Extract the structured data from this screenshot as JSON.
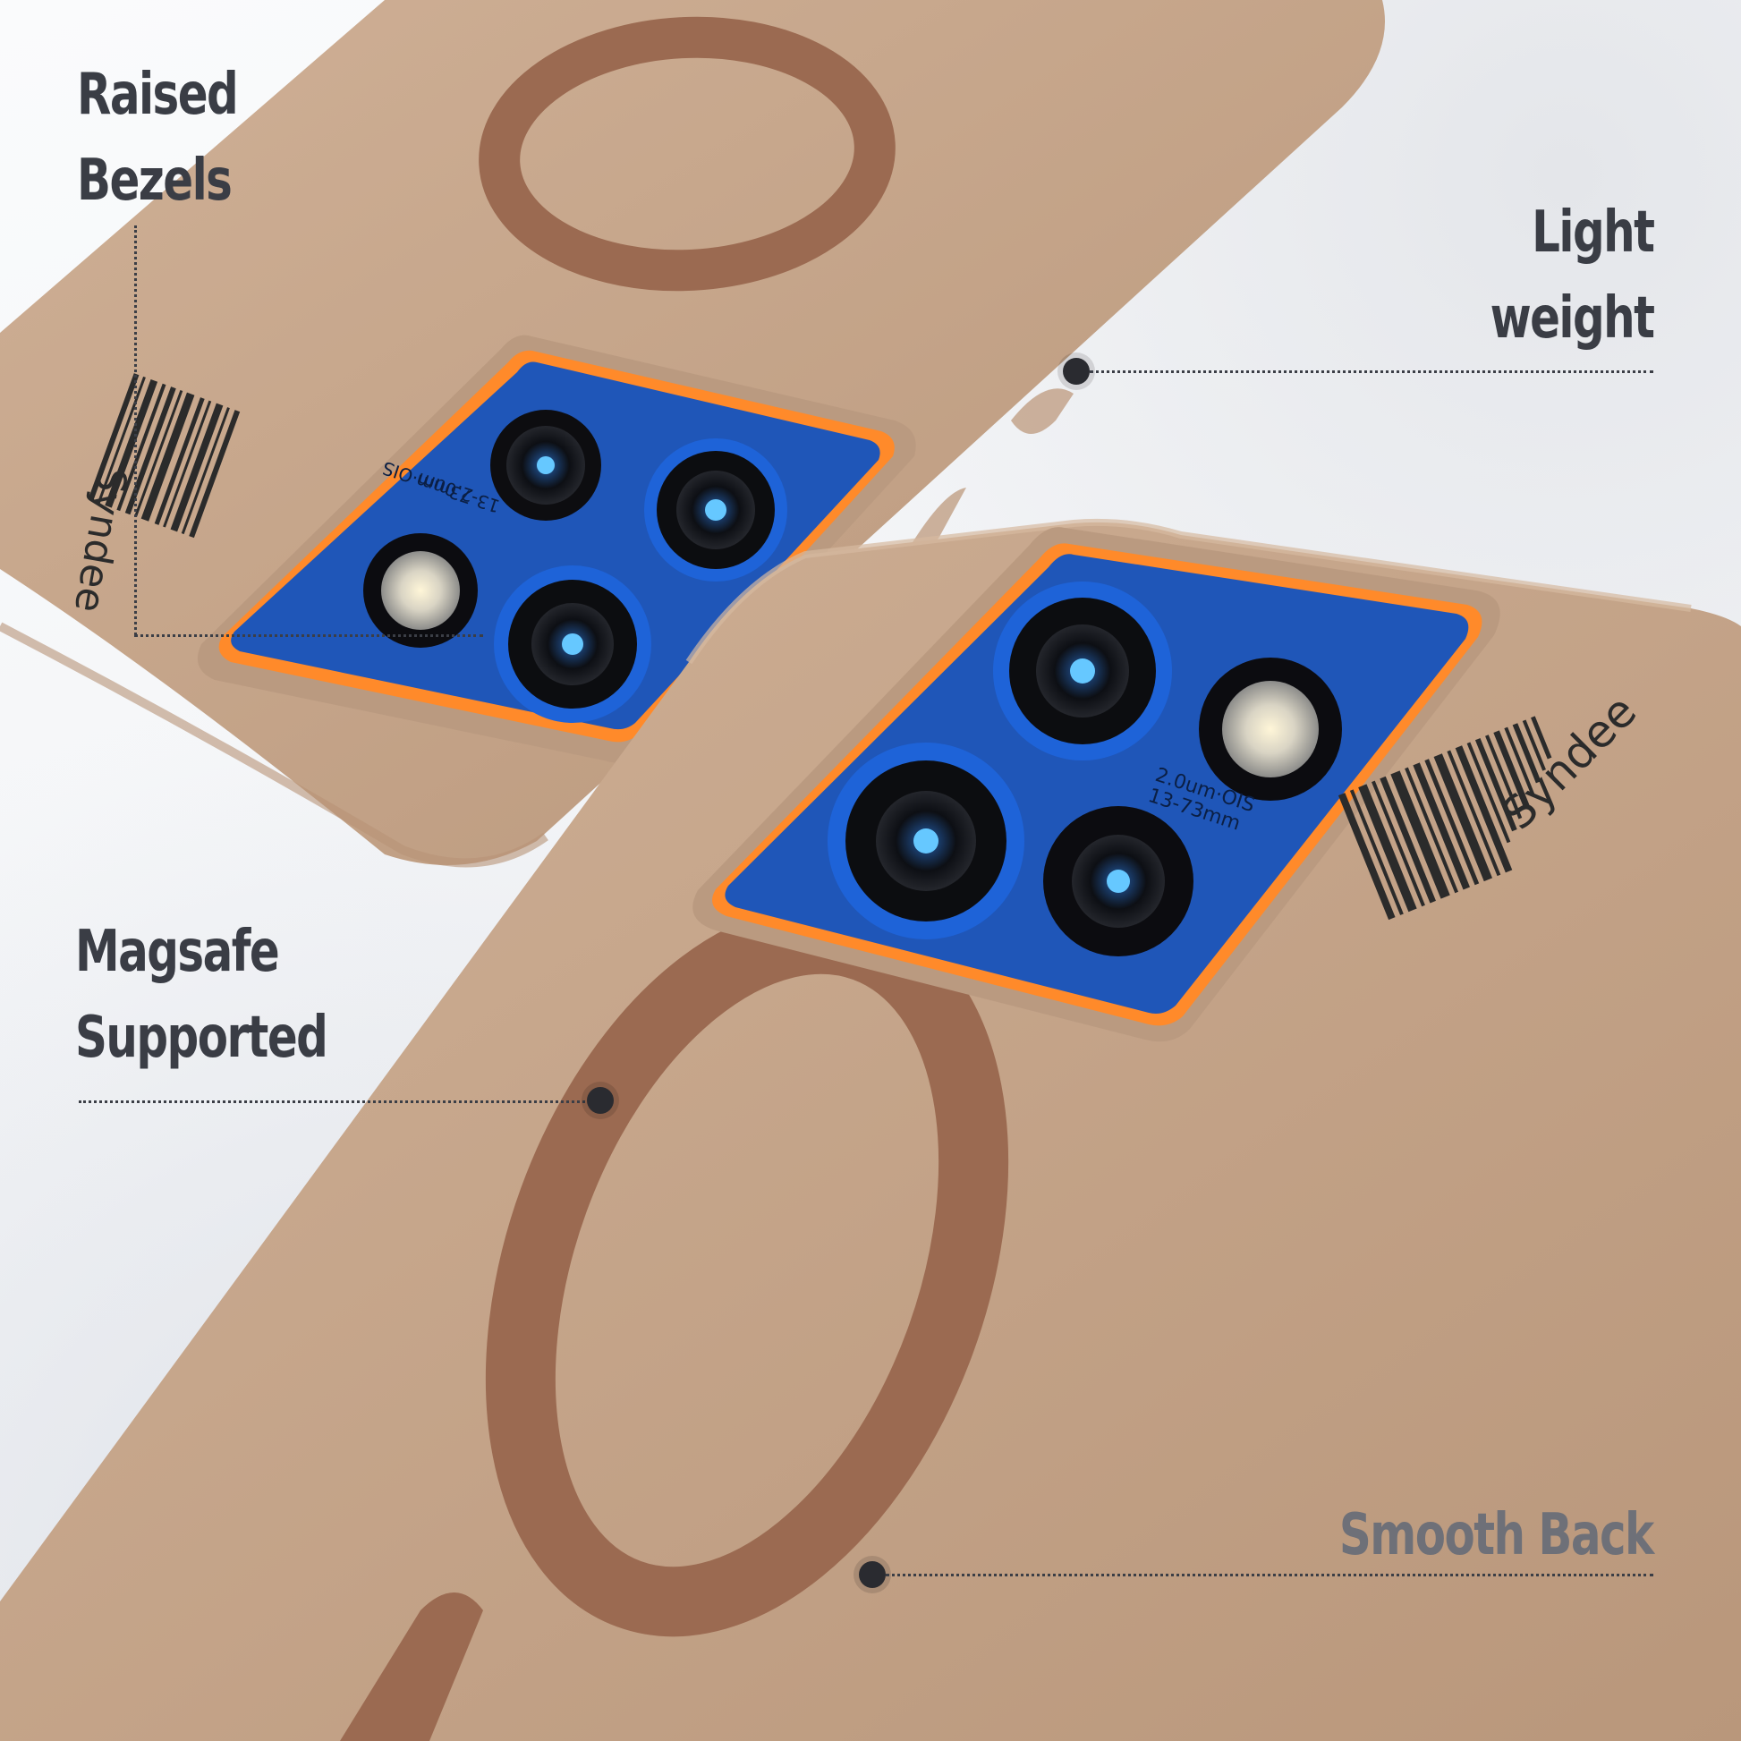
{
  "labels": {
    "raised_bezels": [
      "Raised",
      "Bezels"
    ],
    "light_weight": [
      "Light",
      "weight"
    ],
    "magsafe": [
      "Magsafe",
      "Supported"
    ],
    "smooth_back": "Smooth Back"
  },
  "case": {
    "brand": "Syndee",
    "lens_text": [
      "2.0um·OIS",
      "13-73mm"
    ],
    "colors": {
      "case": "#c6a589",
      "ring": "#9b6a51",
      "camera_plate": "#1f56b8",
      "bezel_accent": "#ff8a2a",
      "lens_ring": "#1e63d8"
    }
  }
}
